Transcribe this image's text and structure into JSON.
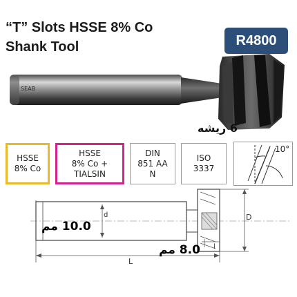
{
  "title": {
    "line1": "“T” Slots HSSE 8% Co",
    "line2": "Shank Tool"
  },
  "product_code": "R4800",
  "brand_mark": "SEAB",
  "flutes_label": "6 ريشه",
  "specs": {
    "material": [
      "HSSE",
      "8% Co"
    ],
    "coating": [
      "HSSE",
      "8% Co +",
      "TIALSIN"
    ],
    "din": [
      "DIN",
      "851 AA",
      "N"
    ],
    "iso": [
      "ISO",
      "3337"
    ],
    "helix_angle": "10°"
  },
  "drawing": {
    "labels": {
      "d": "d",
      "D": "D",
      "L": "L",
      "l": "l"
    },
    "shank_diameter": "10.0 مم",
    "cutting_length": "8.0 مم"
  },
  "colors": {
    "badge": "#2b4f79",
    "material_border": "#e8b929",
    "coating_border": "#d6238b"
  }
}
